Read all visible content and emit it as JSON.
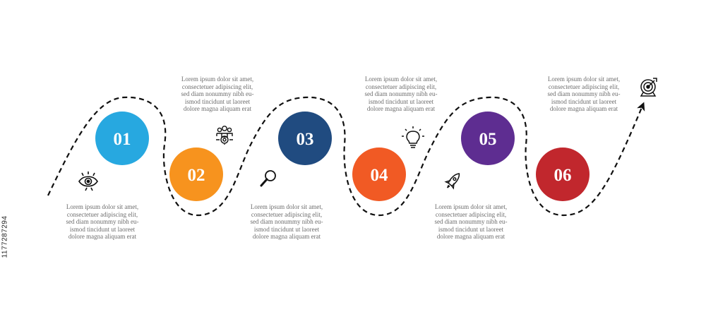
{
  "steps": [
    {
      "number": "01",
      "color": "#27a8e0",
      "icon": "eye-icon",
      "lines": [
        "Lorem ipsum dolor sit amet,",
        "consectetuer adipiscing elit,",
        "sed diam nonummy nibh eu-",
        "ismod tincidunt ut laoreet",
        "dolore magna aliquam erat"
      ]
    },
    {
      "number": "02",
      "color": "#f7931e",
      "icon": "team-gear-icon",
      "lines": [
        "Lorem ipsum dolor sit amet,",
        "consectetuer adipiscing elit,",
        "sed diam nonummy nibh eu-",
        "ismod tincidunt ut laoreet",
        "dolore magna aliquam erat"
      ]
    },
    {
      "number": "03",
      "color": "#204b80",
      "icon": "magnifier-icon",
      "lines": [
        "Lorem ipsum dolor sit amet,",
        "consectetuer adipiscing elit,",
        "sed diam nonummy nibh eu-",
        "ismod tincidunt ut laoreet",
        "dolore magna aliquam erat"
      ]
    },
    {
      "number": "04",
      "color": "#f15a24",
      "icon": "lightbulb-icon",
      "lines": [
        "Lorem ipsum dolor sit amet,",
        "consectetuer adipiscing elit,",
        "sed diam nonummy nibh eu-",
        "ismod tincidunt ut laoreet",
        "dolore magna aliquam erat"
      ]
    },
    {
      "number": "05",
      "color": "#5e2d91",
      "icon": "rocket-icon",
      "lines": [
        "Lorem ipsum dolor sit amet,",
        "consectetuer adipiscing elit,",
        "sed diam nonummy nibh eu-",
        "ismod tincidunt ut laoreet",
        "dolore magna aliquam erat"
      ]
    },
    {
      "number": "06",
      "color": "#c1272d",
      "icon": "target-icon",
      "lines": [
        "Lorem ipsum dolor sit amet,",
        "consectetuer adipiscing elit,",
        "sed diam nonummy nibh eu-",
        "ismod tincidunt ut laoreet",
        "dolore magna aliquam erat"
      ]
    }
  ],
  "path_color": "#111111",
  "stock_id": "1177287294"
}
